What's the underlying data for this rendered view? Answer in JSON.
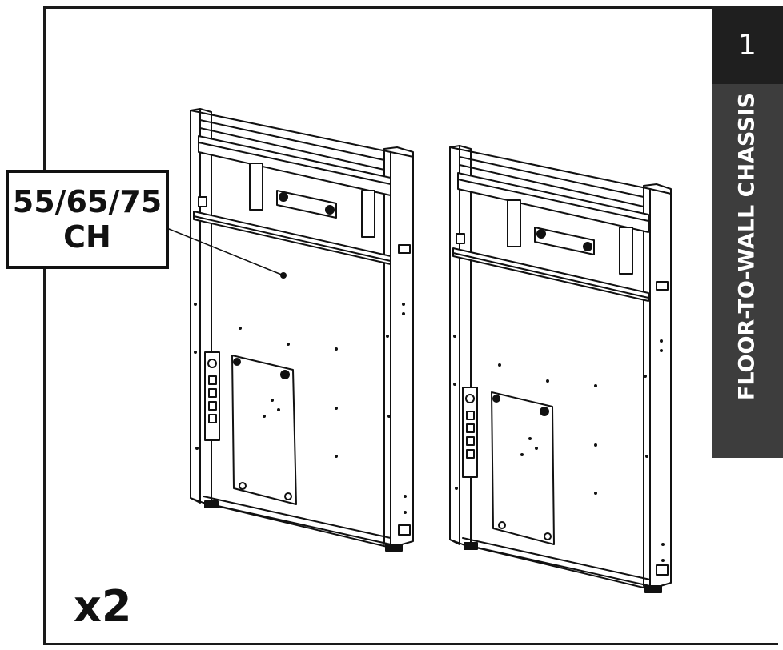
{
  "step": {
    "number": "1"
  },
  "section": {
    "title": "FLOOR-TO-WALL CHASSIS"
  },
  "callout": {
    "line1": "55/65/75",
    "line2": "CH"
  },
  "quantity": {
    "label": "x2"
  },
  "colors": {
    "ink": "#111111",
    "tab_dark": "#1f1f1f",
    "tab_mid": "#3d3d3d",
    "paper": "#ffffff"
  }
}
